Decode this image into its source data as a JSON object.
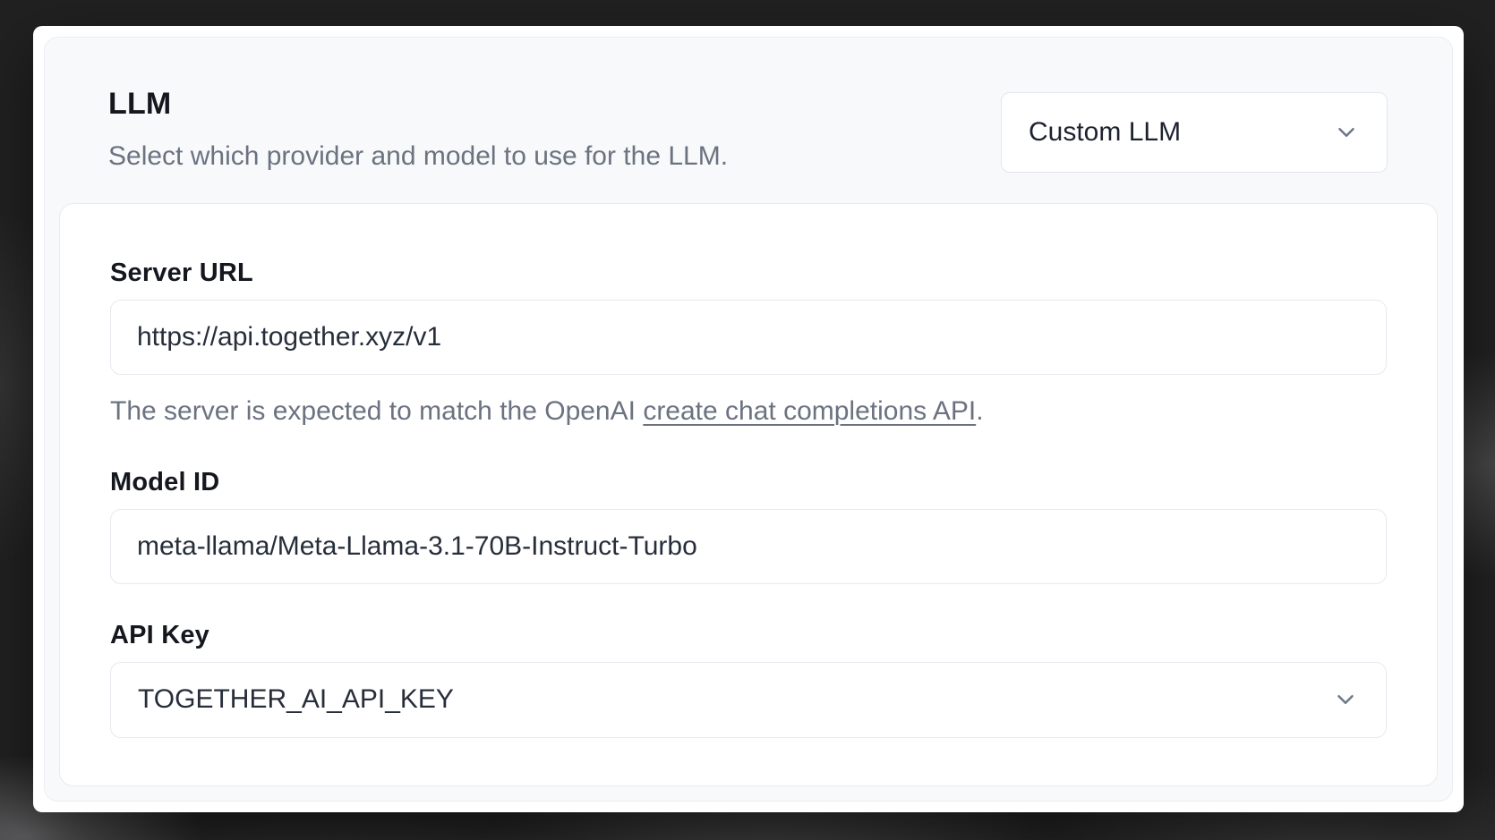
{
  "colors": {
    "backdrop": "#212121",
    "section_background": "#f8f9fb",
    "panel_background": "#ffffff",
    "border": "#e6e9ef",
    "heading_text": "#14171e",
    "muted_text": "#6b7280",
    "value_text": "#272e3a"
  },
  "llm": {
    "title": "LLM",
    "description": "Select which provider and model to use for the LLM.",
    "provider": {
      "value": "Custom LLM",
      "icon": "chevron-down"
    },
    "server_url": {
      "label": "Server URL",
      "value": "https://api.together.xyz/v1",
      "helper": {
        "prefix": "The server is expected to match the OpenAI ",
        "link": "create chat completions API",
        "suffix": "."
      }
    },
    "model_id": {
      "label": "Model ID",
      "value": "meta-llama/Meta-Llama-3.1-70B-Instruct-Turbo"
    },
    "api_key": {
      "label": "API Key",
      "value": "TOGETHER_AI_API_KEY",
      "icon": "chevron-down"
    }
  }
}
